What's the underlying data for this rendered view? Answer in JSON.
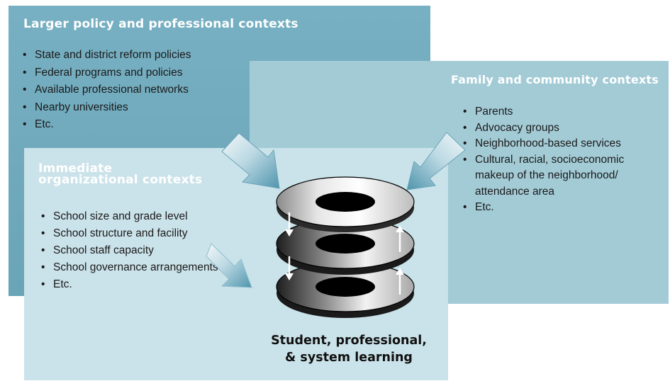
{
  "policy": {
    "heading": "Larger policy and professional contexts",
    "items": [
      "State and district reform policies",
      "Federal programs and policies",
      "Available professional networks",
      "Nearby universities",
      "Etc."
    ]
  },
  "family": {
    "heading": "Family and community contexts",
    "items": [
      "Parents",
      "Advocacy groups",
      "Neighborhood-based services",
      "Cultural, racial, socioeconomic makeup of the neighborhood/ attendance area",
      "Etc."
    ]
  },
  "org": {
    "heading_line1": "Immediate",
    "heading_line2": "organizational contexts",
    "items": [
      "School size and grade level",
      "School structure and facility",
      "School staff capacity",
      "School governance arrangements",
      "Etc."
    ]
  },
  "center": {
    "caption_line1": "Student, professional,",
    "caption_line2": "& system learning"
  },
  "colors": {
    "policy_panel": "#6aa4b7",
    "family_panel": "#a3cbd6",
    "org_panel": "#cae2e9",
    "arrow_light": "#e8f3f6",
    "arrow_dark": "#4f95ad"
  }
}
